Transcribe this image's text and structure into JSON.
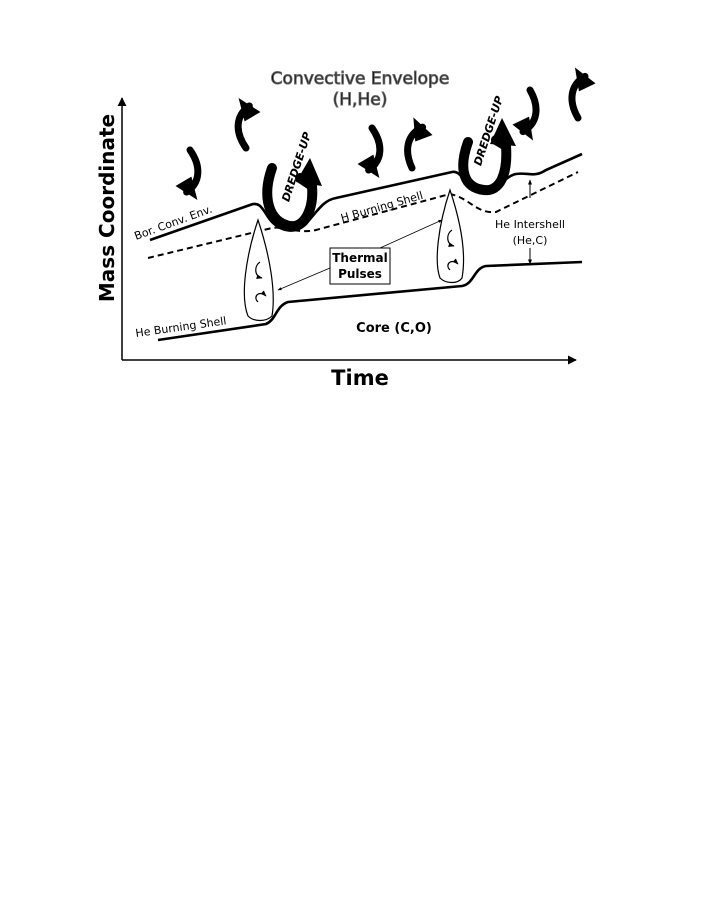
{
  "diagram": {
    "title_line1": "Convective Envelope",
    "title_line2": "(H,He)",
    "y_axis_label": "Mass Coordinate",
    "x_axis_label": "Time",
    "labels": {
      "bor_conv_env": "Bor. Conv. Env.",
      "h_burning_shell": "H Burning Shell",
      "he_burning_shell": "He Burning Shell",
      "core": "Core (C,O)",
      "thermal_pulses_line1": "Thermal",
      "thermal_pulses_line2": "Pulses",
      "he_intershell_line1": "He Intershell",
      "he_intershell_line2": "(He,C)",
      "dredge_up_1": "DREDGE-UP",
      "dredge_up_2": "DREDGE-UP"
    },
    "colors": {
      "ink": "#000000",
      "background": "#ffffff"
    }
  }
}
